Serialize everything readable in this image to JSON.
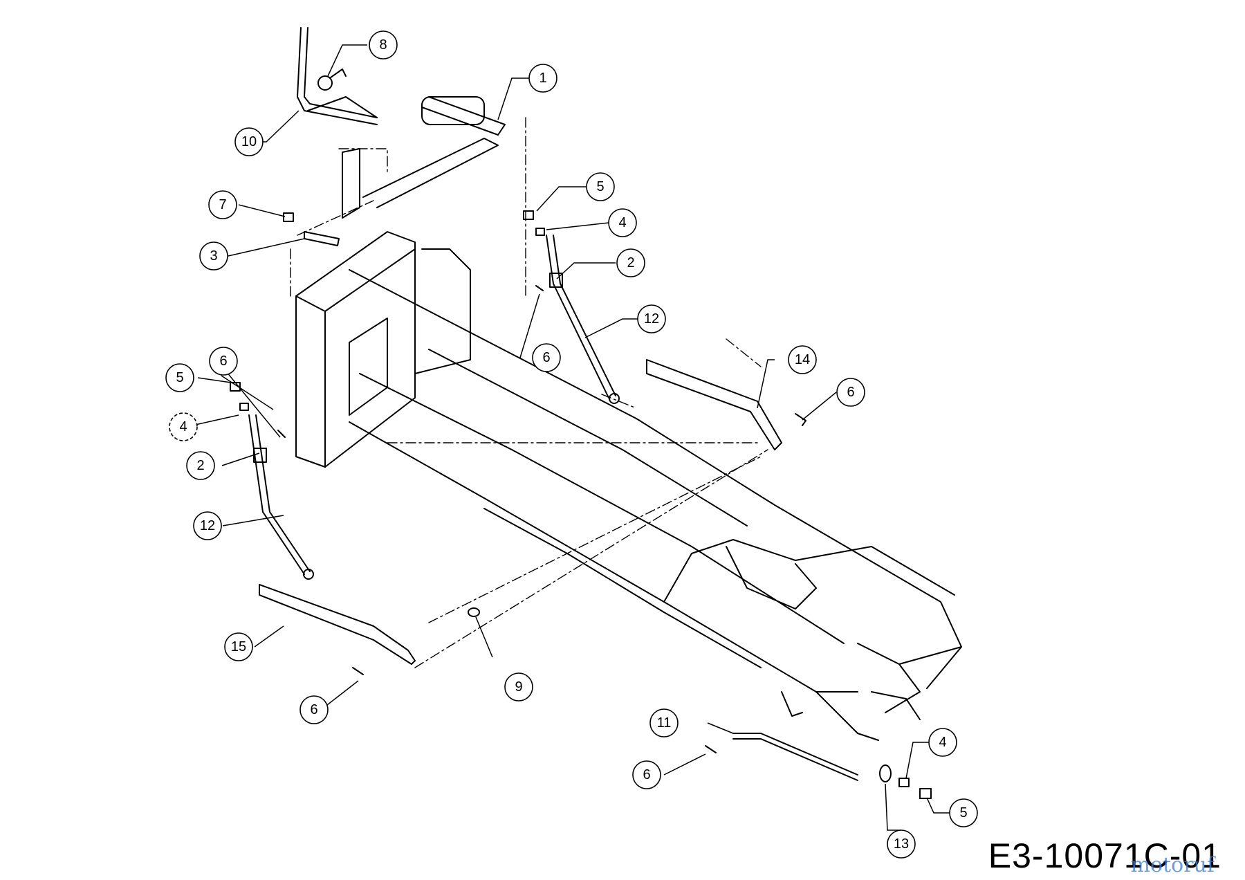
{
  "drawing_code": "E3-10071C-01",
  "watermark": "motoruf",
  "callouts": [
    {
      "label": "1"
    },
    {
      "label": "2"
    },
    {
      "label": "3"
    },
    {
      "label": "4"
    },
    {
      "label": "5"
    },
    {
      "label": "6"
    },
    {
      "label": "7"
    },
    {
      "label": "8"
    },
    {
      "label": "9"
    },
    {
      "label": "10"
    },
    {
      "label": "11"
    },
    {
      "label": "12"
    },
    {
      "label": "13"
    },
    {
      "label": "14"
    },
    {
      "label": "15"
    },
    {
      "label": "2"
    },
    {
      "label": "4"
    },
    {
      "label": "5"
    },
    {
      "label": "6"
    },
    {
      "label": "12"
    },
    {
      "label": "6"
    },
    {
      "label": "6"
    },
    {
      "label": "6"
    },
    {
      "label": "4"
    },
    {
      "label": "5"
    }
  ]
}
